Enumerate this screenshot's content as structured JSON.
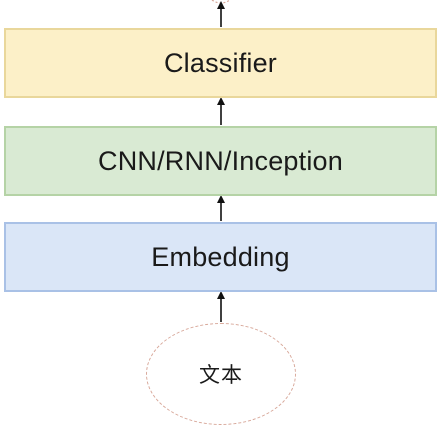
{
  "diagram": {
    "layers": [
      {
        "key": "classifier",
        "label": "Classifier"
      },
      {
        "key": "cnn",
        "label": "CNN/RNN/Inception"
      },
      {
        "key": "embedding",
        "label": "Embedding"
      }
    ],
    "input_node": {
      "label": "文本"
    },
    "colors": {
      "classifier_fill": "#fcf0c8",
      "classifier_border": "#e9d79b",
      "cnn_fill": "#d9ead3",
      "cnn_border": "#b5d3a6",
      "embedding_fill": "#dae6f7",
      "embedding_border": "#a9c1e6",
      "arrow": "#111111",
      "input_border": "#d8a89a"
    }
  }
}
